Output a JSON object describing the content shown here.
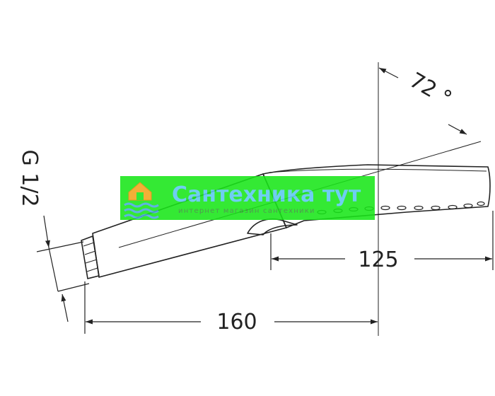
{
  "dimensions": {
    "thread": "G 1/2",
    "angle": "72 °",
    "head_width": "125",
    "overall_length": "160"
  },
  "watermark": {
    "title": "Сантехника тут",
    "subtitle": "интернет магазин сантехники",
    "colors": {
      "band": "#19e619",
      "title": "#5cc8f0",
      "house": "#f2a51c",
      "waves": "#4aa8e0"
    }
  }
}
